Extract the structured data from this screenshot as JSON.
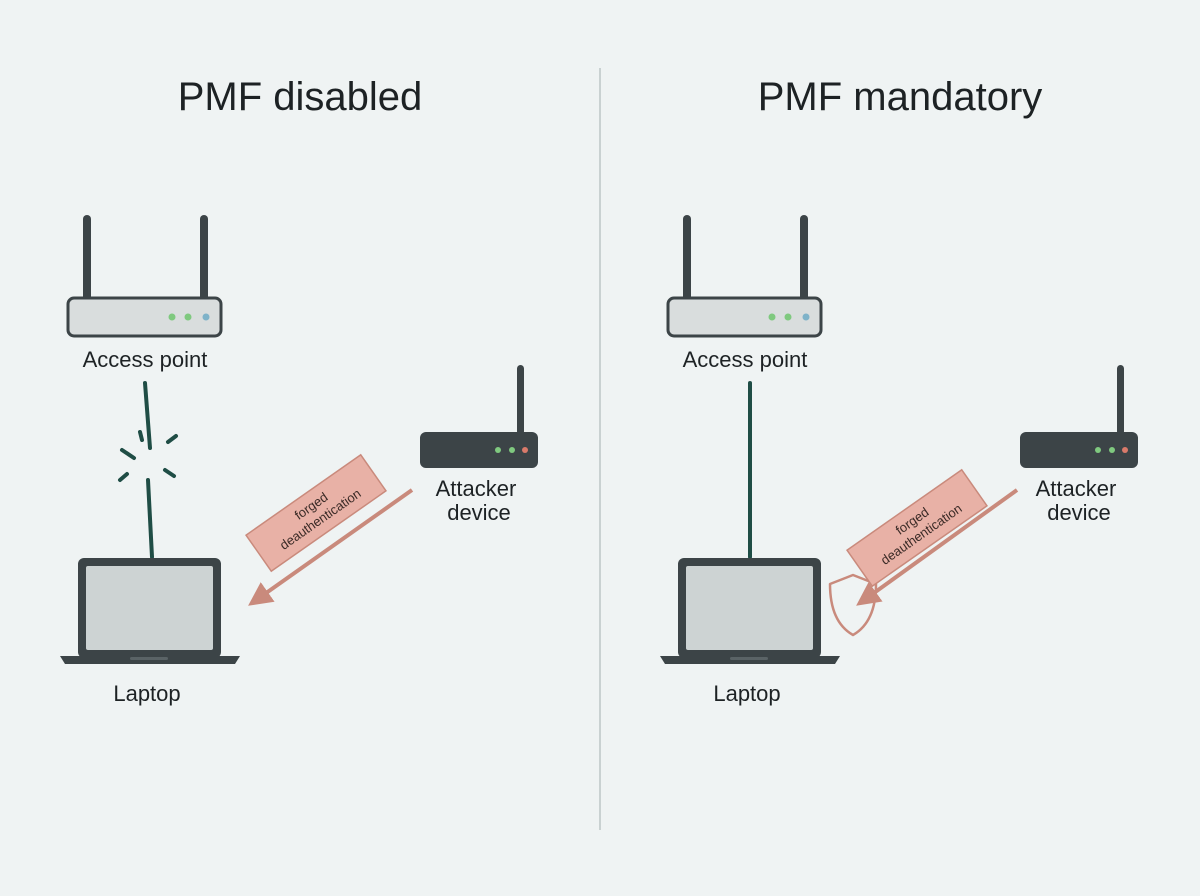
{
  "colors": {
    "background": "#eff3f3",
    "divider": "#c9d1d1",
    "link": "#1f4d45",
    "attack": "#c98a7c",
    "tag_fill": "#e8b1a6",
    "device_dark": "#3c4447",
    "device_light": "#d9dddd",
    "screen": "#cdd3d3",
    "led_green": "#7fc97f",
    "led_blue": "#7fb3c9",
    "led_red": "#d97a6a"
  },
  "left": {
    "title": "PMF disabled",
    "access_point_label": "Access point",
    "attacker_label_line1": "Attacker",
    "attacker_label_line2": "device",
    "laptop_label": "Laptop",
    "attack_tag_line1": "forged",
    "attack_tag_line2": "deauthentication",
    "link_state": "broken"
  },
  "right": {
    "title": "PMF mandatory",
    "access_point_label": "Access point",
    "attacker_label_line1": "Attacker",
    "attacker_label_line2": "device",
    "laptop_label": "Laptop",
    "attack_tag_line1": "forged",
    "attack_tag_line2": "deauthentication",
    "link_state": "intact",
    "protection_icon": "shield-icon"
  }
}
